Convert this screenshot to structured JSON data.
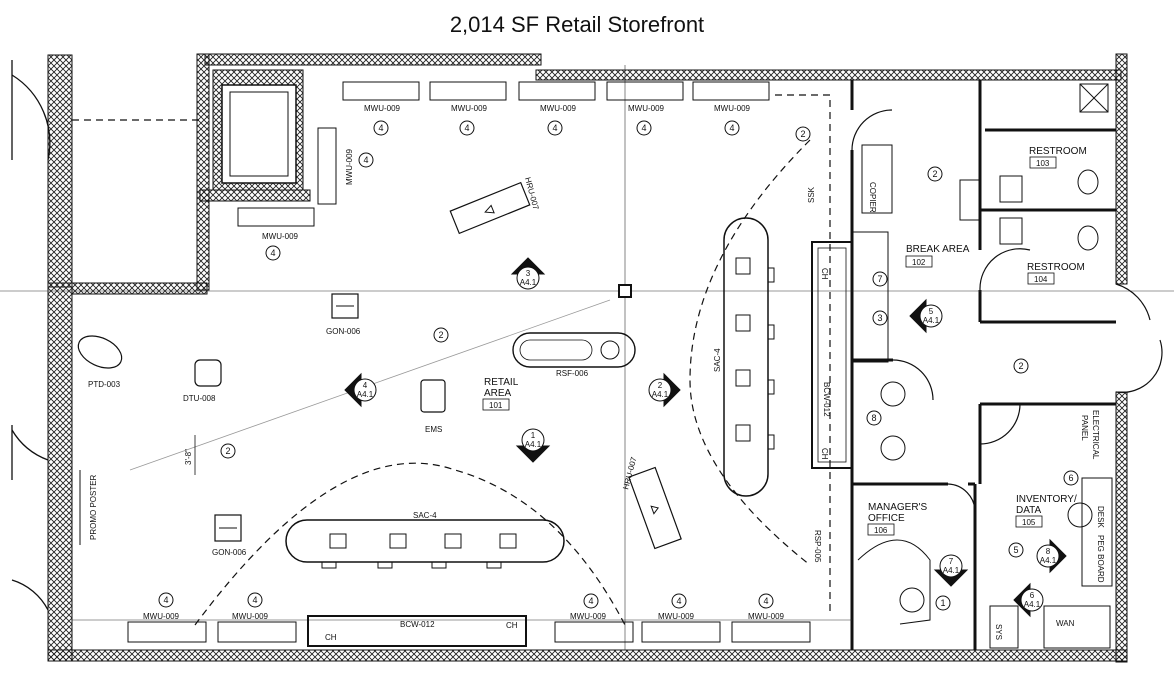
{
  "title": "2,014 SF Retail Storefront",
  "rooms": {
    "retail": {
      "name_1": "RETAIL",
      "name_2": "AREA",
      "number": "101"
    },
    "break": {
      "name": "BREAK AREA",
      "number": "102"
    },
    "restroom_a": {
      "name": "RESTROOM",
      "number": "103"
    },
    "restroom_b": {
      "name": "RESTROOM",
      "number": "104"
    },
    "inventory": {
      "name_1": "INVENTORY/",
      "name_2": "DATA",
      "number": "105"
    },
    "manager": {
      "name_1": "MANAGER'S",
      "name_2": "OFFICE",
      "number": "106"
    }
  },
  "fixtures": {
    "mwu": "MWU-009",
    "hru": "HRU-007",
    "gon": "GON-006",
    "ptd": "PTD-003",
    "dtu": "DTU-008",
    "rsf": "RSF-006",
    "sac": "SAC-4",
    "bcw": "BCW-012",
    "ems": "EMS",
    "rsp": "RSP-005",
    "promo": "PROMO POSTER",
    "dim": "3'-8\"",
    "ssk": "SSK",
    "copier": "COPIER",
    "ch": "CH",
    "desk": "DESK",
    "peg": "PEG BOARD",
    "wan": "WAN",
    "sys": "SYS",
    "electrical_1": "ELECTRICAL",
    "electrical_2": "PANEL"
  },
  "tags": {
    "t1": "1",
    "t2": "2",
    "t3": "3",
    "t4": "4",
    "t5": "5",
    "t6": "6",
    "t7": "7",
    "t8": "8"
  },
  "sheet": "A4.1"
}
